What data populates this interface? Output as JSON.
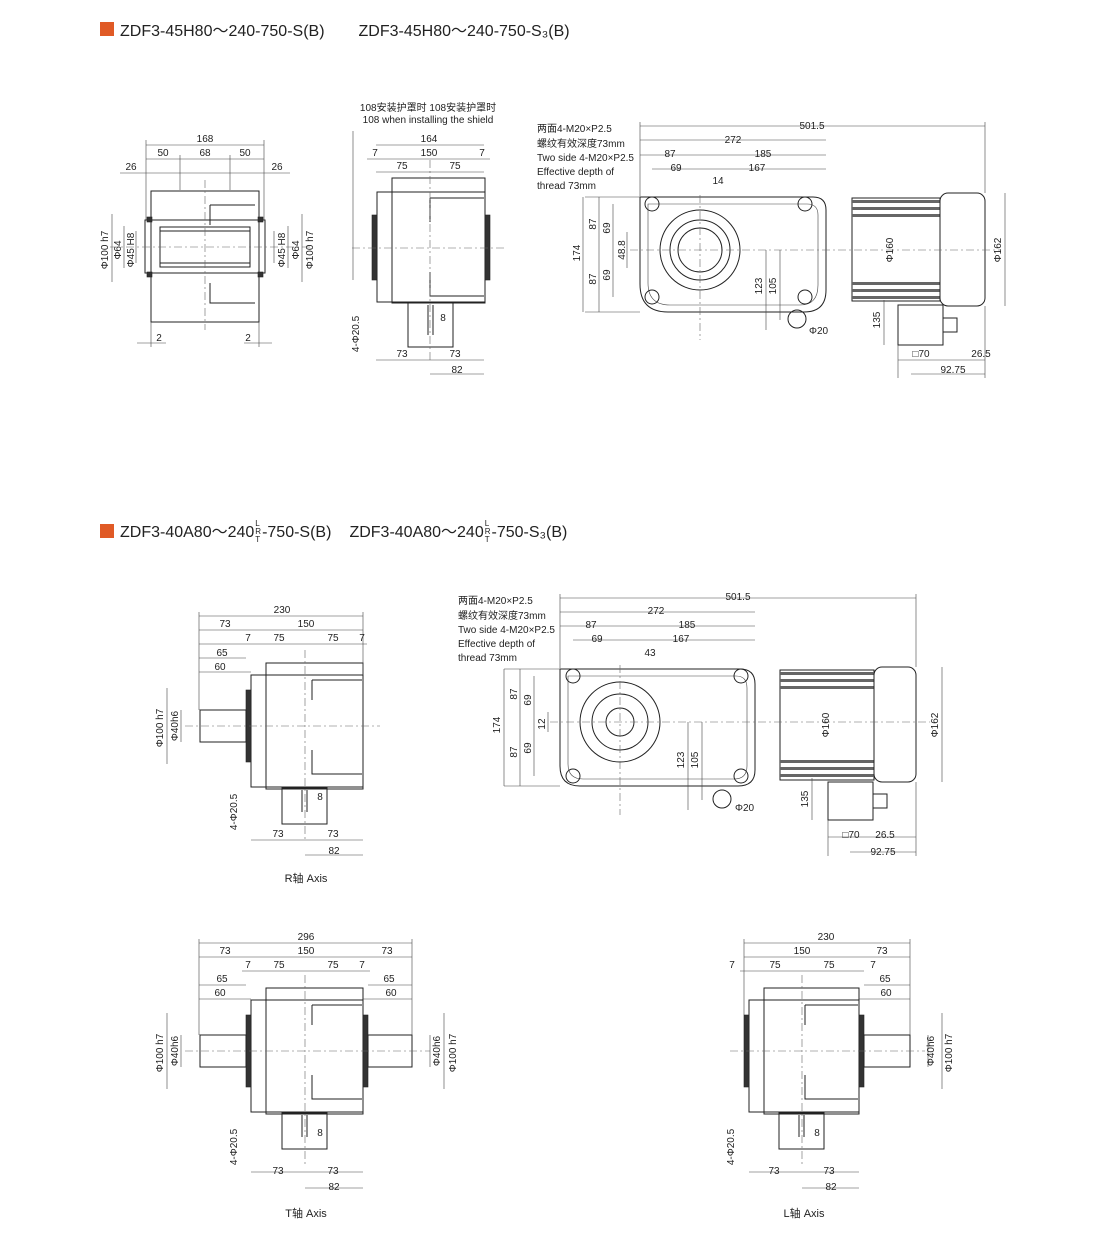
{
  "accent_color": "#e05a26",
  "section1": {
    "title_a": "ZDF3-45H80～240-750-S(B)",
    "title_b": "ZDF3-45H80～240-750-S₃(B)",
    "side": {
      "d1": "168",
      "d2": "50",
      "d3": "68",
      "d4": "50",
      "d5": "26",
      "d6": "26",
      "phi100_l": "Φ100 h7",
      "phi64_l": "Φ64",
      "phi45_l": "Φ45 H8",
      "phi45_r": "Φ45 H8",
      "phi64_r": "Φ64",
      "phi100_r": "Φ100 h7",
      "b1": "2",
      "b2": "2"
    },
    "front": {
      "shield_cn": "108安装护罩时 108安装护罩时",
      "shield_en": "108 when installing the shield",
      "d164": "164",
      "d7a": "7",
      "d150": "150",
      "d7b": "7",
      "d75a": "75",
      "d75b": "75",
      "d8": "8",
      "holes": "4-Φ20.5",
      "d73a": "73",
      "d73b": "73",
      "d82": "82"
    },
    "motor": {
      "note1": "两面4-M20×P2.5",
      "note2": "螺纹有效深度73mm",
      "note3": "Two side 4-M20×P2.5",
      "note4": "Effective depth of",
      "note5": "thread 73mm",
      "d5015": "501.5",
      "d272": "272",
      "d87": "87",
      "d185": "185",
      "d69": "69",
      "d167": "167",
      "d14": "14",
      "v87a": "87",
      "v69a": "69",
      "v174": "174",
      "v488": "48.8",
      "v87b": "87",
      "v69b": "69",
      "v123": "123",
      "v105": "105",
      "phi20": "Φ20",
      "phi160": "Φ160",
      "phi162": "Φ162",
      "v135": "135",
      "sq70": "□70",
      "d265": "26.5",
      "d9275": "92.75"
    }
  },
  "section2": {
    "title_a": "ZDF3-40A80～240",
    "title_a_end": "-750-S(B)",
    "title_b": "ZDF3-40A80～240",
    "title_b_end": "-750-S₃(B)",
    "stack_l": "L",
    "stack_r": "R",
    "stack_t": "T",
    "r_axis": {
      "d230": "230",
      "d73": "73",
      "d150": "150",
      "d7a": "7",
      "d75a": "75",
      "d75b": "75",
      "d7b": "7",
      "d65": "65",
      "d60": "60",
      "phi100": "Φ100 h7",
      "phi40": "Φ40h6",
      "d8": "8",
      "holes": "4-Φ20.5",
      "d73a": "73",
      "d73b": "73",
      "d82": "82",
      "caption": "R轴 Axis"
    },
    "motor": {
      "note1": "两面4-M20×P2.5",
      "note2": "螺纹有效深度73mm",
      "note3": "Two side 4-M20×P2.5",
      "note4": "Effective depth of",
      "note5": "thread 73mm",
      "d5015": "501.5",
      "d272": "272",
      "d87": "87",
      "d185": "185",
      "d69": "69",
      "d167": "167",
      "d43": "43",
      "v87a": "87",
      "v69a": "69",
      "v174": "174",
      "v12": "12",
      "v87b": "87",
      "v69b": "69",
      "v123": "123",
      "v105": "105",
      "phi20": "Φ20",
      "phi160": "Φ160",
      "phi162": "Φ162",
      "v135": "135",
      "sq70": "□70",
      "d265": "26.5",
      "d9275": "92.75"
    },
    "t_axis": {
      "d296": "296",
      "d73a": "73",
      "d150": "150",
      "d73b": "73",
      "d7a": "7",
      "d75a": "75",
      "d75b": "75",
      "d7b": "7",
      "d65a": "65",
      "d65b": "65",
      "d60a": "60",
      "d60b": "60",
      "phi100l": "Φ100 h7",
      "phi40l": "Φ40h6",
      "phi40r": "Φ40h6",
      "phi100r": "Φ100 h7",
      "d8": "8",
      "holes": "4-Φ20.5",
      "d73c": "73",
      "d73d": "73",
      "d82": "82",
      "caption": "T轴 Axis"
    },
    "l_axis": {
      "d230": "230",
      "d150": "150",
      "d73": "73",
      "d7a": "7",
      "d75a": "75",
      "d75b": "75",
      "d7b": "7",
      "d65": "65",
      "d60": "60",
      "phi40": "Φ40h6",
      "phi100": "Φ100 h7",
      "d8": "8",
      "holes": "4-Φ20.5",
      "d73a": "73",
      "d73b": "73",
      "d82": "82",
      "caption": "L轴 Axis"
    }
  }
}
